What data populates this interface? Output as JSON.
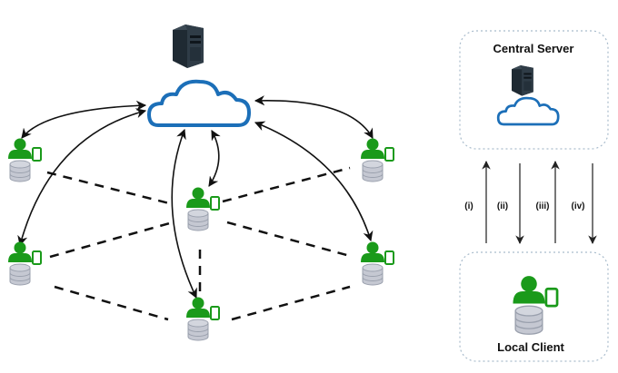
{
  "colors": {
    "user_green": "#1a9a1a",
    "cloud_blue": "#1c6fb8",
    "db_gray": "#c5c8d2",
    "db_stroke": "#9aa0ad",
    "server_dark": "#1f2a33",
    "box_border": "#a9bccc",
    "arrow": "#111111"
  },
  "network": {
    "server_icon": "server-tower-icon",
    "cloud_icon": "cloud-icon",
    "clients": [
      {
        "id": "top-left"
      },
      {
        "id": "top-right"
      },
      {
        "id": "center"
      },
      {
        "id": "mid-left"
      },
      {
        "id": "mid-right"
      },
      {
        "id": "bottom"
      }
    ]
  },
  "legend": {
    "server_box_title": "Central Server",
    "client_box_title": "Local Client",
    "steps": [
      {
        "label": "(i)",
        "direction": "up"
      },
      {
        "label": "(ii)",
        "direction": "down"
      },
      {
        "label": "(iii)",
        "direction": "up"
      },
      {
        "label": "(iv)",
        "direction": "down"
      }
    ]
  }
}
